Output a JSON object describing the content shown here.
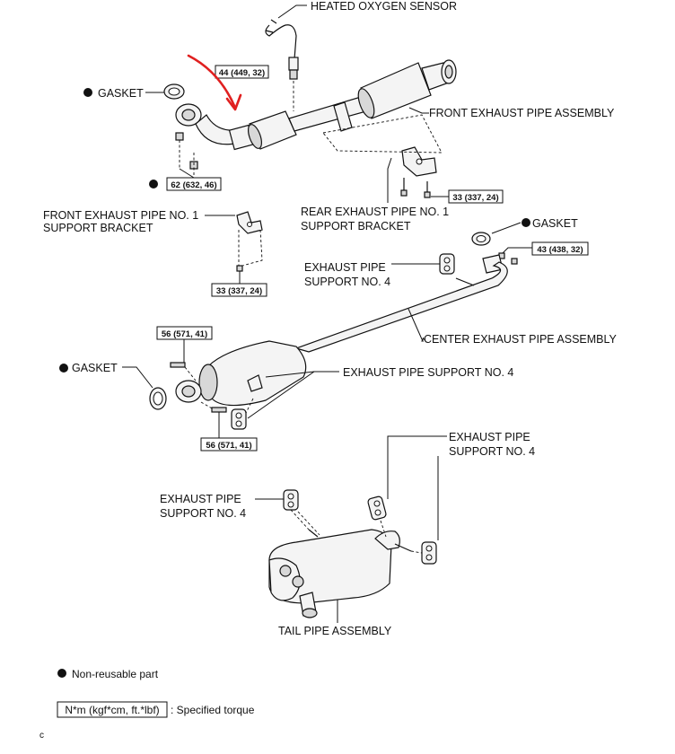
{
  "labels": {
    "heated_oxygen_sensor": "HEATED OXYGEN SENSOR",
    "gasket_top": "GASKET",
    "front_exhaust_pipe_assembly": "FRONT EXHAUST PIPE ASSEMBLY",
    "front_support_bracket_l1": "FRONT EXHAUST PIPE NO. 1",
    "front_support_bracket_l2": "SUPPORT BRACKET",
    "rear_support_bracket_l1": "REAR EXHAUST PIPE NO. 1",
    "rear_support_bracket_l2": "SUPPORT BRACKET",
    "gasket_right": "GASKET",
    "exhaust_support_a_l1": "EXHAUST PIPE",
    "exhaust_support_a_l2": "SUPPORT NO. 4",
    "center_exhaust_pipe_assembly": "CENTER EXHAUST PIPE ASSEMBLY",
    "gasket_left": "GASKET",
    "exhaust_support_b": "EXHAUST PIPE SUPPORT NO. 4",
    "exhaust_support_c_l1": "EXHAUST PIPE",
    "exhaust_support_c_l2": "SUPPORT NO. 4",
    "exhaust_support_d_l1": "EXHAUST PIPE",
    "exhaust_support_d_l2": "SUPPORT NO. 4",
    "tail_pipe_assembly": "TAIL PIPE ASSEMBLY"
  },
  "torques": {
    "sensor": "44 (449, 32)",
    "front_flange": "62 (632, 46)",
    "rear_bracket": "33 (337, 24)",
    "front_bracket": "33 (337, 24)",
    "center_front_flange": "43 (438, 32)",
    "center_rear_bolt_top": "56 (571, 41)",
    "center_rear_bolt_bottom": "56 (571, 41)"
  },
  "legend": {
    "non_reusable": "Non-reusable part",
    "torque_unit": "N*m (kgf*cm, ft.*lbf)",
    "torque_desc": ": Specified torque"
  },
  "corner_mark": "c",
  "colors": {
    "ink": "#111111",
    "annotation_arrow": "#e02020"
  }
}
